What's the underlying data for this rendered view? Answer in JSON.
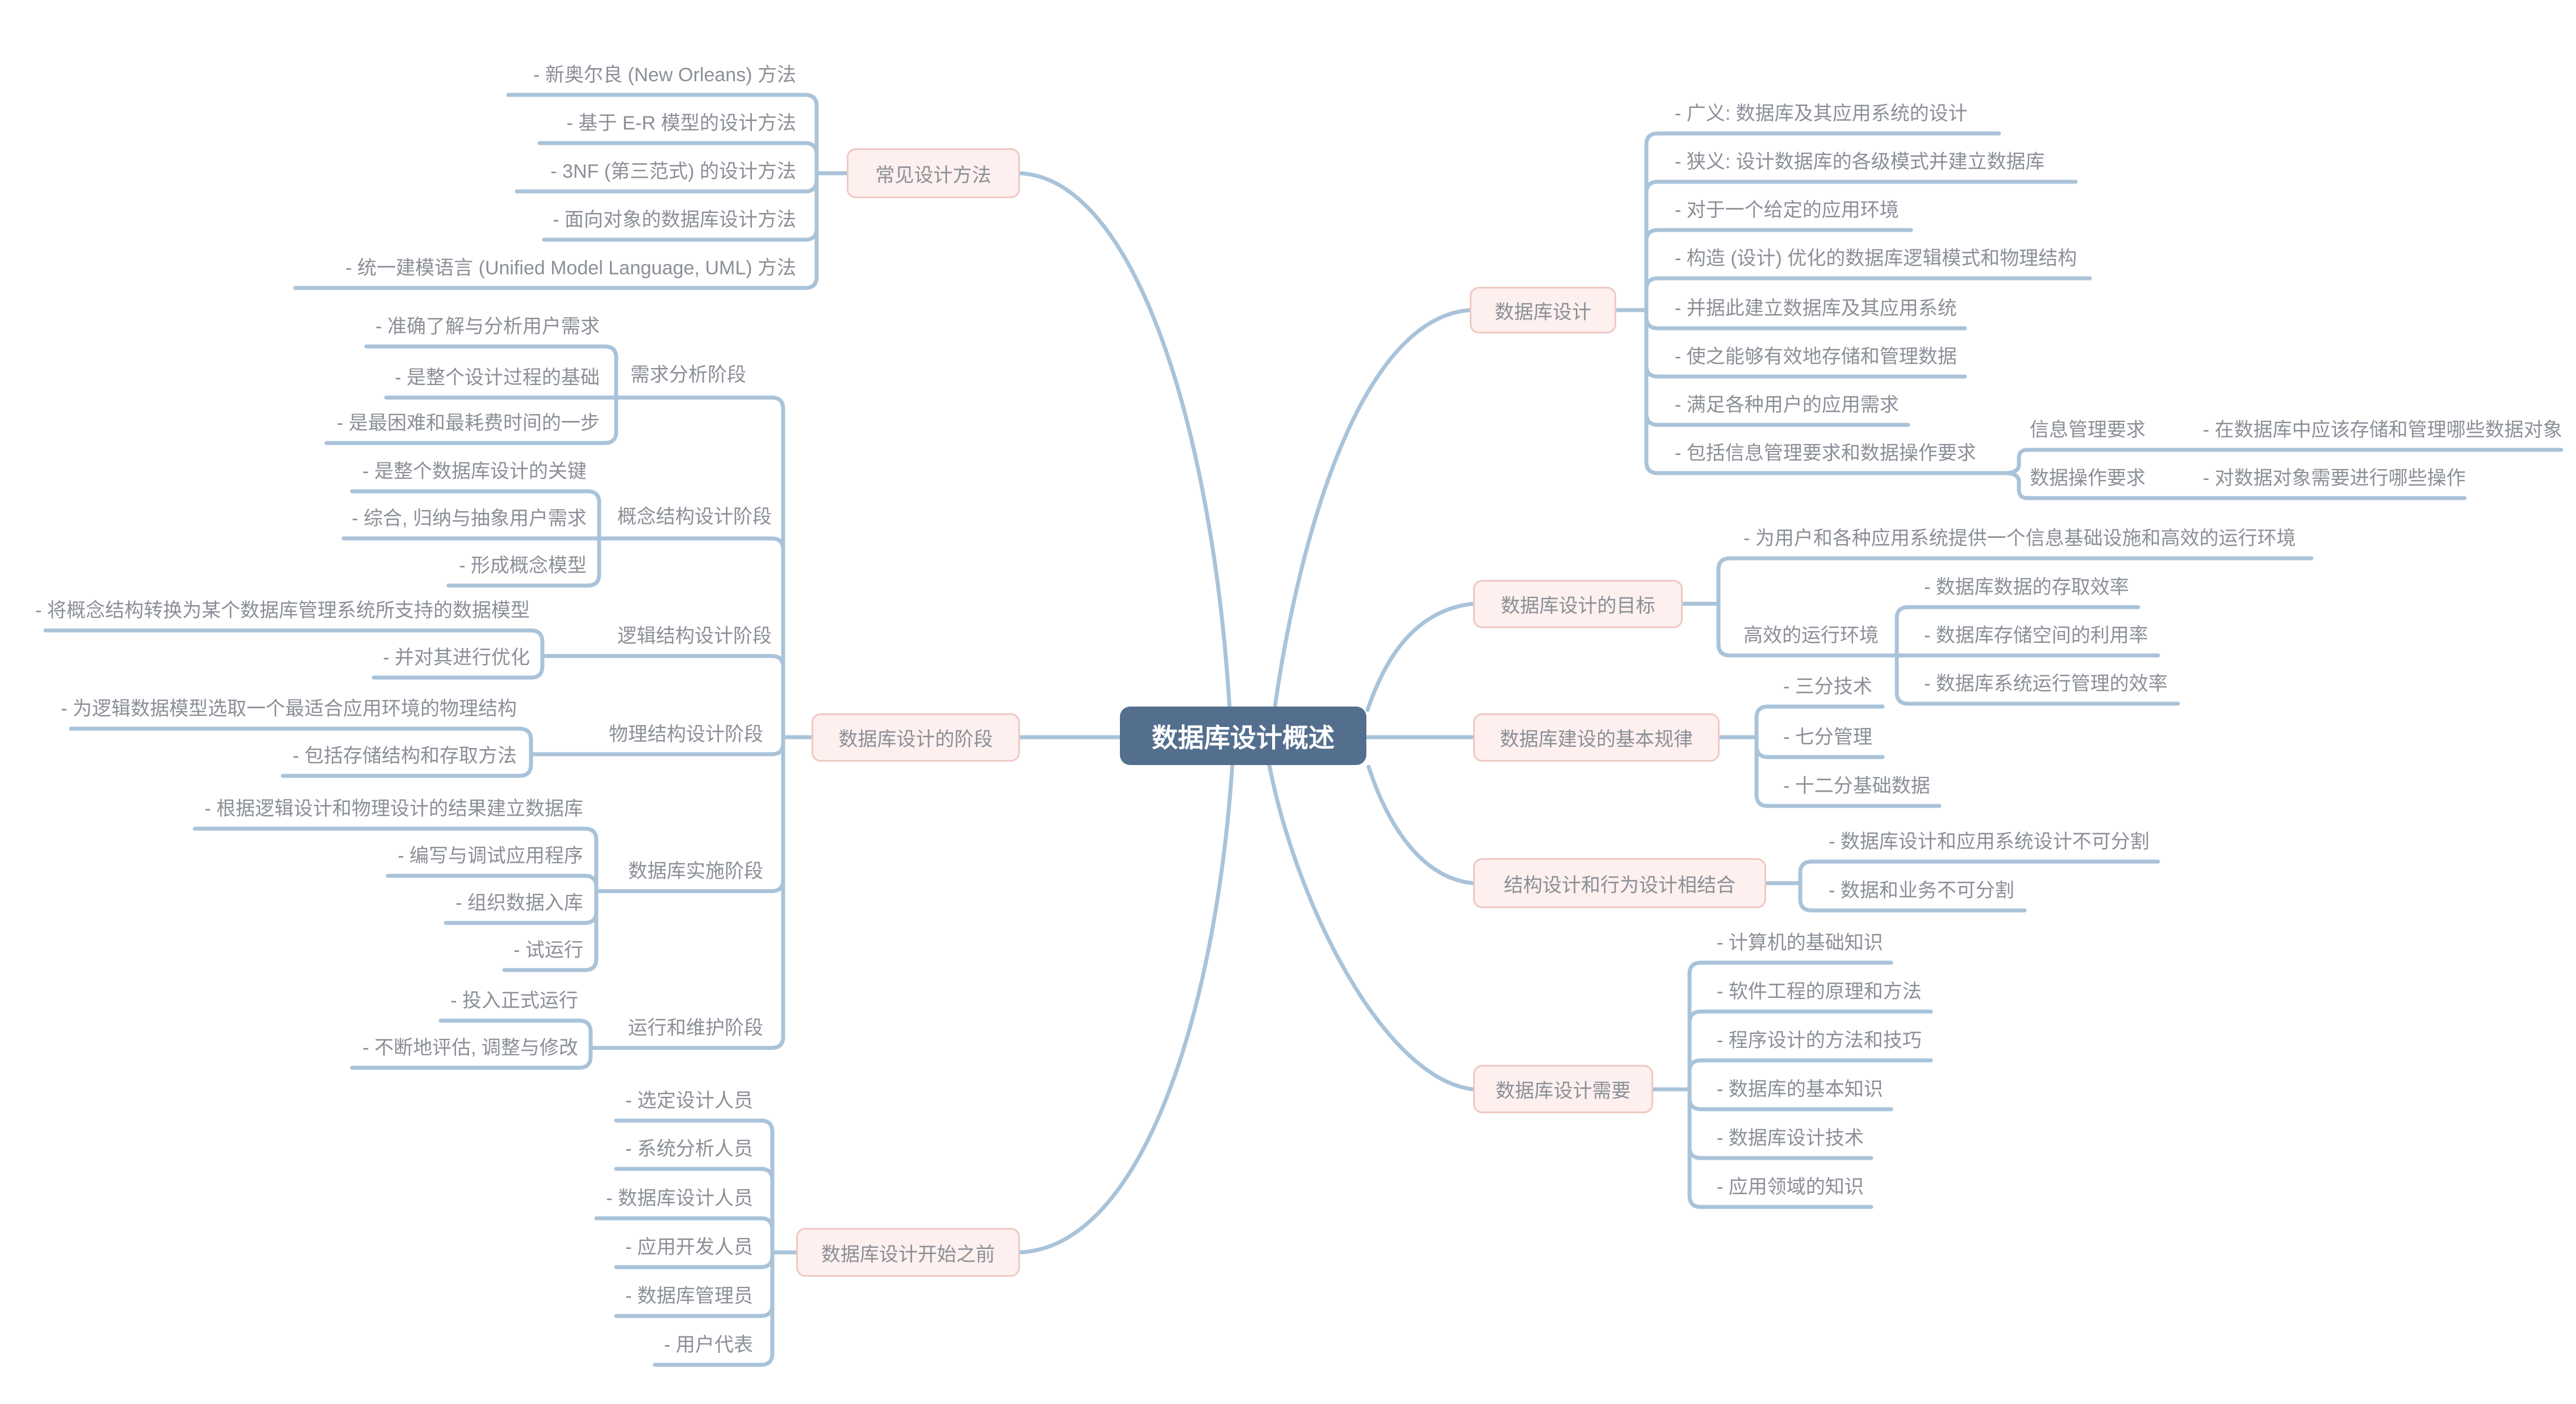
{
  "root": {
    "label": "数据库设计概述"
  },
  "branches": {
    "common_methods": {
      "label": "常见设计方法",
      "items": [
        "- 新奥尔良 (New Orleans) 方法",
        "- 基于 E-R 模型的设计方法",
        "- 3NF (第三范式) 的设计方法",
        "- 面向对象的数据库设计方法",
        "- 统一建模语言 (Unified Model Language, UML) 方法"
      ]
    },
    "design_phases": {
      "label": "数据库设计的阶段",
      "phases": [
        {
          "label": "需求分析阶段",
          "items": [
            "- 准确了解与分析用户需求",
            "- 是整个设计过程的基础",
            "- 是最困难和最耗费时间的一步"
          ]
        },
        {
          "label": "概念结构设计阶段",
          "items": [
            "- 是整个数据库设计的关键",
            "- 综合, 归纳与抽象用户需求",
            "- 形成概念模型"
          ]
        },
        {
          "label": "逻辑结构设计阶段",
          "items": [
            "- 将概念结构转换为某个数据库管理系统所支持的数据模型",
            "- 并对其进行优化"
          ]
        },
        {
          "label": "物理结构设计阶段",
          "items": [
            "- 为逻辑数据模型选取一个最适合应用环境的物理结构",
            "- 包括存储结构和存取方法"
          ]
        },
        {
          "label": "数据库实施阶段",
          "items": [
            "- 根据逻辑设计和物理设计的结果建立数据库",
            "- 编写与调试应用程序",
            "- 组织数据入库",
            "- 试运行"
          ]
        },
        {
          "label": "运行和维护阶段",
          "items": [
            "- 投入正式运行",
            "- 不断地评估, 调整与修改"
          ]
        }
      ]
    },
    "before_start": {
      "label": "数据库设计开始之前",
      "items": [
        "- 选定设计人员",
        "- 系统分析人员",
        "- 数据库设计人员",
        "- 应用开发人员",
        "- 数据库管理员",
        "- 用户代表"
      ]
    },
    "db_design": {
      "label": "数据库设计",
      "items": [
        "- 广义: 数据库及其应用系统的设计",
        "- 狭义: 设计数据库的各级模式并建立数据库",
        "- 对于一个给定的应用环境",
        "- 构造 (设计) 优化的数据库逻辑模式和物理结构",
        "- 并据此建立数据库及其应用系统",
        "- 使之能够有效地存储和管理数据",
        "- 满足各种用户的应用需求",
        "- 包括信息管理要求和数据操作要求"
      ],
      "requirements": [
        {
          "label": "信息管理要求",
          "item": "- 在数据库中应该存储和管理哪些数据对象"
        },
        {
          "label": "数据操作要求",
          "item": "- 对数据对象需要进行哪些操作"
        }
      ]
    },
    "design_goal": {
      "label": "数据库设计的目标",
      "items": [
        "- 为用户和各种应用系统提供一个信息基础设施和高效的运行环境"
      ],
      "efficient_env": {
        "label": "高效的运行环境",
        "items": [
          "- 数据库数据的存取效率",
          "- 数据库存储空间的利用率",
          "- 数据库系统运行管理的效率"
        ]
      }
    },
    "basic_rules": {
      "label": "数据库建设的基本规律",
      "items": [
        "- 三分技术",
        "- 七分管理",
        "- 十二分基础数据"
      ]
    },
    "structure_behavior": {
      "label": "结构设计和行为设计相结合",
      "items": [
        "- 数据库设计和应用系统设计不可分割",
        "- 数据和业务不可分割"
      ]
    },
    "design_needs": {
      "label": "数据库设计需要",
      "items": [
        "- 计算机的基础知识",
        "- 软件工程的原理和方法",
        "- 程序设计的方法和技巧",
        "- 数据库的基本知识",
        "- 数据库设计技术",
        "- 应用领域的知识"
      ]
    }
  },
  "colors": {
    "line": "#a9c3d9",
    "node_text": "#8b8f97",
    "branch_fill": "#fdf0ee",
    "branch_border": "#f0c8c3",
    "root_fill": "#546f8e",
    "root_text": "#ffffff",
    "background": "#ffffff"
  }
}
